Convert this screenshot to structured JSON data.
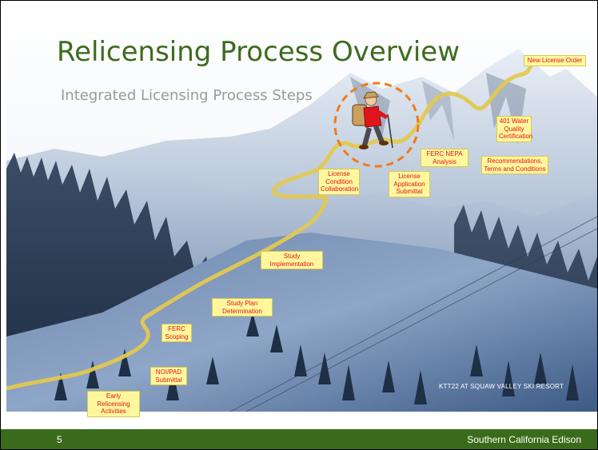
{
  "slide": {
    "title": "Relicensing Process Overview",
    "subtitle": "Integrated Licensing Process Steps",
    "footer": {
      "page_number": "5",
      "company": "Southern California Edison"
    },
    "photo_credit": "KTT22 AT SQUAW VALLEY SKI RESORT"
  },
  "process_steps": [
    {
      "label": "Early Relicensing\nActivities"
    },
    {
      "label": "NOI/PAD\nSubmittal"
    },
    {
      "label": "FERC\nScoping"
    },
    {
      "label": "Study Plan\nDetermination"
    },
    {
      "label": "Study\nImplementation"
    },
    {
      "label": "License\nCondition\nCollaboration"
    },
    {
      "label": "License\nApplication\nSubmittal"
    },
    {
      "label": "FERC NEPA\nAnalysis"
    },
    {
      "label": "Recommendations,\nTerms and Conditions"
    },
    {
      "label": "401 Water\nQuality\nCertification"
    },
    {
      "label": "New License Order"
    }
  ],
  "colors": {
    "title": "#3e6b1e",
    "footer_bar": "#3a6b1a",
    "path": "#e3c850",
    "label_bg": "#fff79e",
    "label_text": "#e0141b",
    "hiker_circle": "#f07a1c"
  },
  "icons": {
    "hiker": "hiker-icon"
  }
}
